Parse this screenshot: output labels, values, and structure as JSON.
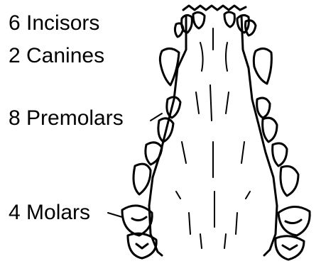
{
  "labels": {
    "incisors": "6 Incisors",
    "canines": "2 Canines",
    "premolars": "8 Premolars",
    "molars": "4 Molars"
  },
  "colors": {
    "ink": "#000000",
    "background": "#ffffff"
  }
}
